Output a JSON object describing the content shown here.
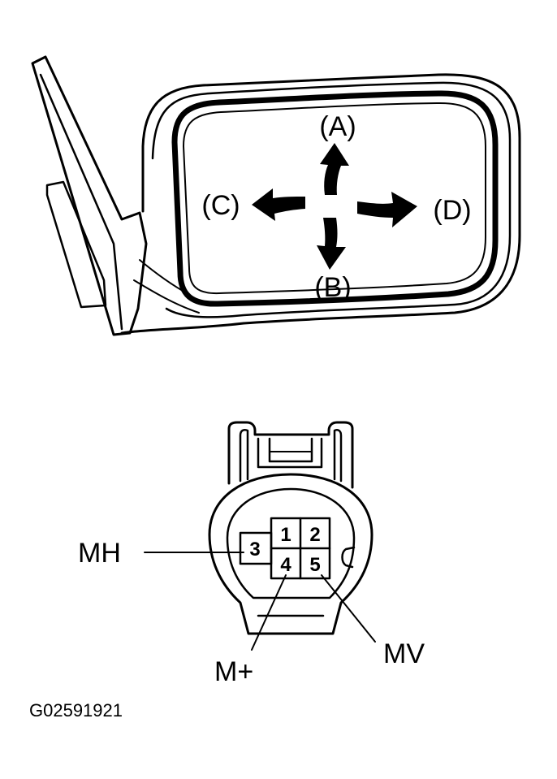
{
  "mirror": {
    "directions": {
      "up": "(A)",
      "down": "(B)",
      "left": "(C)",
      "right": "(D)"
    }
  },
  "connector": {
    "pins": [
      "1",
      "2",
      "3",
      "4",
      "5"
    ],
    "labels": {
      "mh": "MH",
      "m_plus": "M+",
      "mv": "MV"
    }
  },
  "figure_code": "G02591921"
}
